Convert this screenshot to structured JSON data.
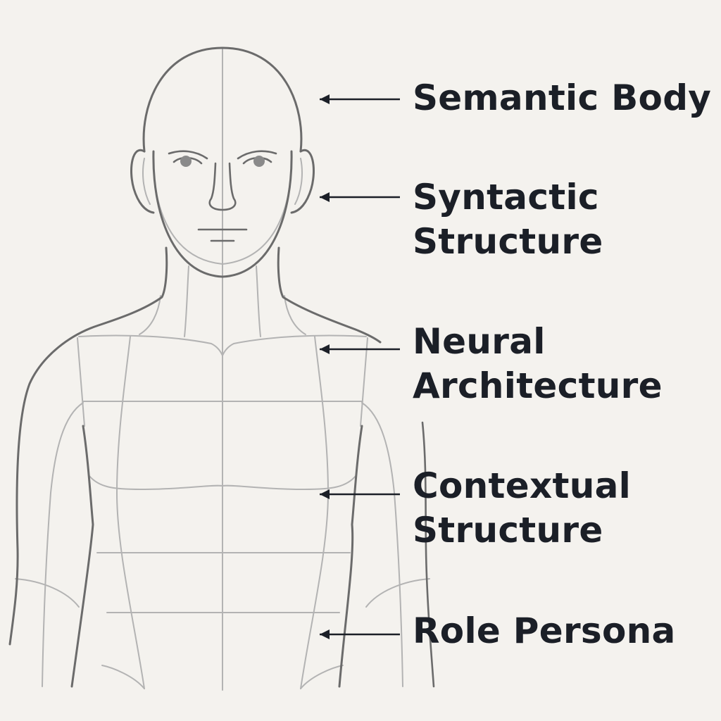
{
  "labels": [
    {
      "lines": [
        "Semantic Body"
      ]
    },
    {
      "lines": [
        "Syntactic",
        "Structure"
      ]
    },
    {
      "lines": [
        "Neural",
        "Architecture"
      ]
    },
    {
      "lines": [
        "Contextual",
        "Structure"
      ]
    },
    {
      "lines": [
        "Role Persona"
      ]
    }
  ],
  "colors": {
    "background": "#f4f2ee",
    "text": "#1b1f27",
    "outline": "#6b6b6b",
    "guide": "#b3b3b3",
    "arrow": "#1b1f27"
  }
}
